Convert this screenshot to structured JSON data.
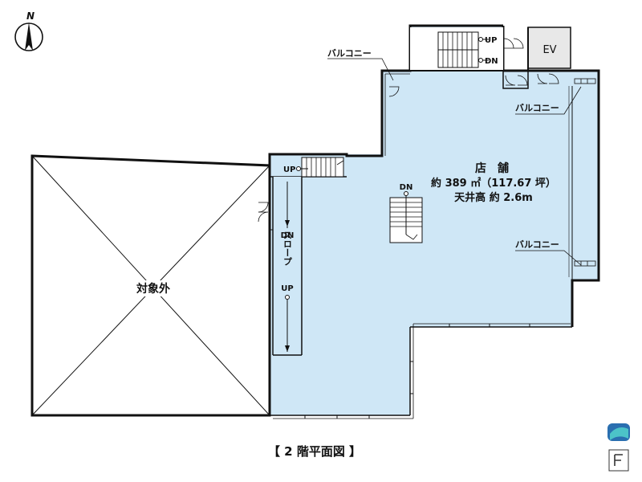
{
  "compass": {
    "north_label": "N"
  },
  "rooms": {
    "store": {
      "name": "店　舗",
      "area": "約 389 ㎡（117.67 坪）",
      "ceiling": "天井高 約 2.6m"
    },
    "excluded": {
      "name": "対象外"
    },
    "elevator": {
      "name": "EV"
    }
  },
  "labels": {
    "balcony": "バルコニー",
    "slope": "スロープ",
    "up": "UP",
    "dn": "DN"
  },
  "title": "【 2 階平面図 】",
  "colors": {
    "floor": "#cfe7f6",
    "wall": "#111111",
    "ev_fill": "#e8e8e8"
  }
}
